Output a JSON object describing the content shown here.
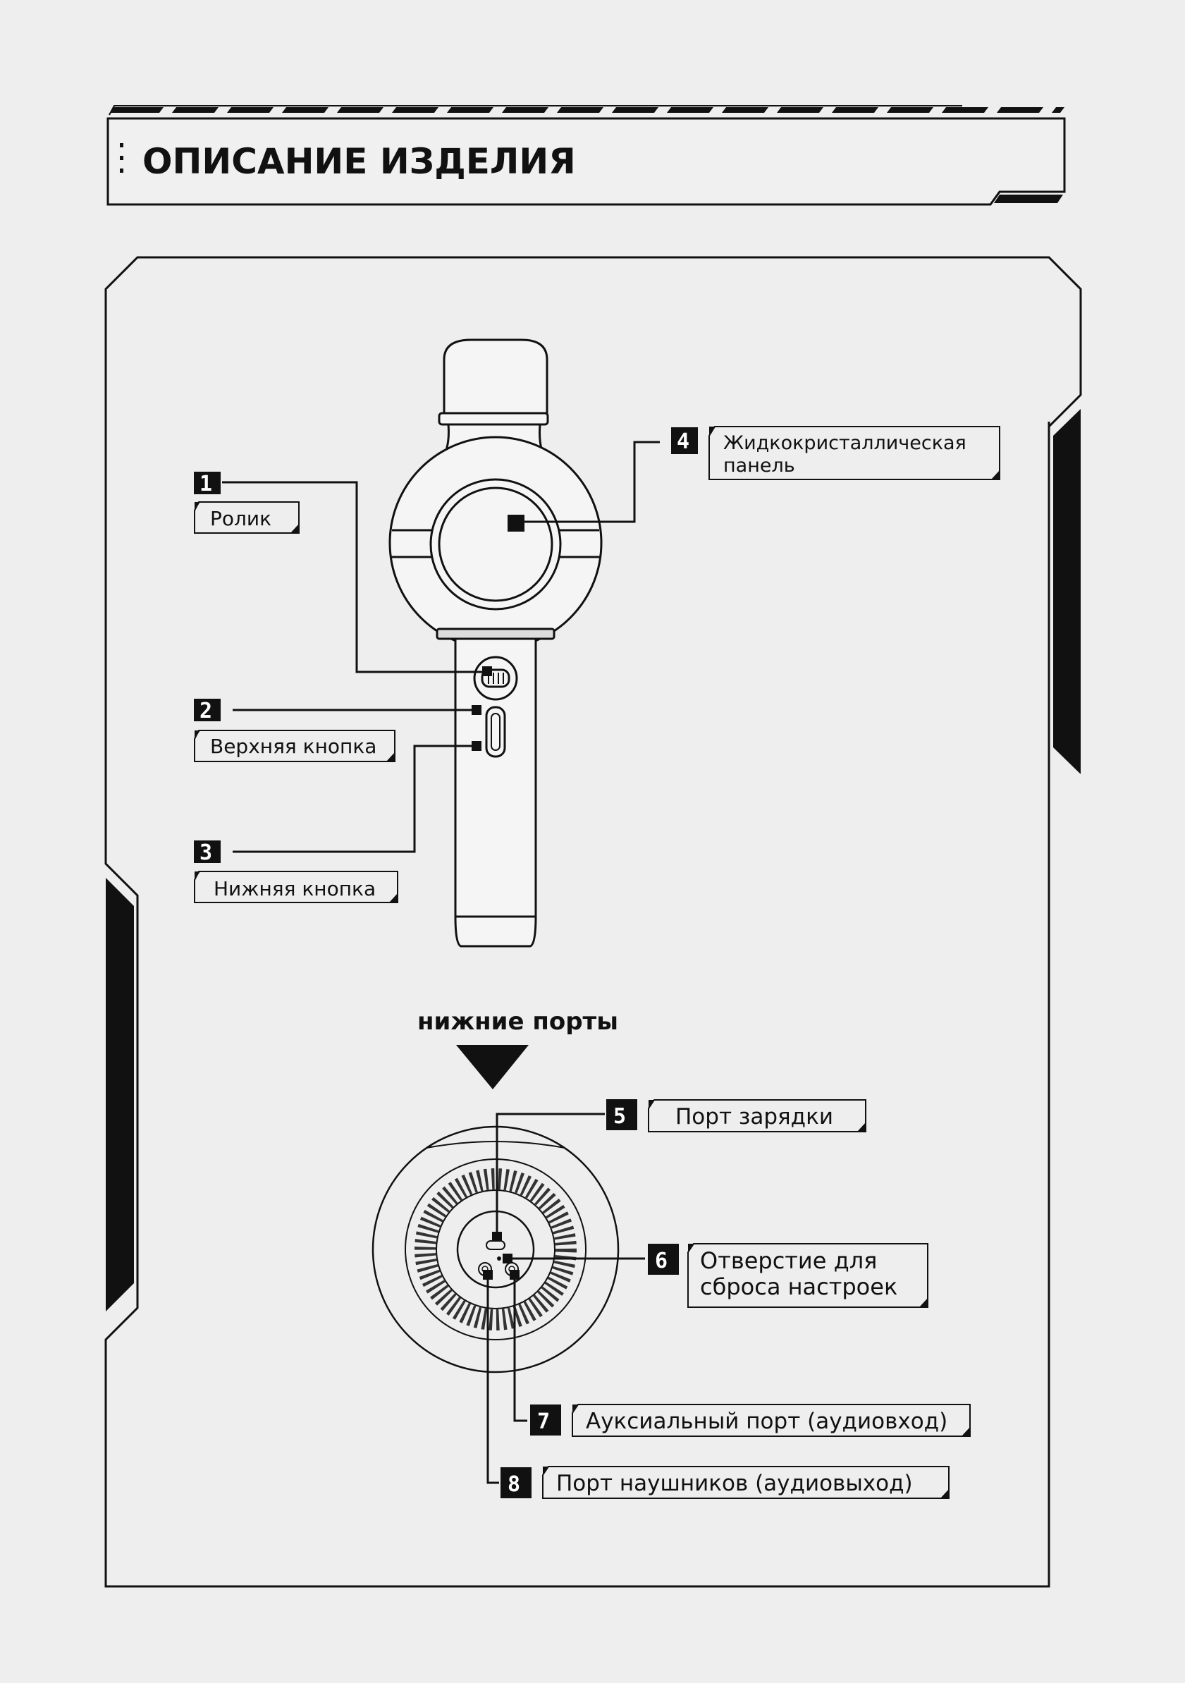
{
  "title": "ОПИСАНИЕ ИЗДЕЛИЯ",
  "bottom_ports_heading": "нижние порты",
  "callouts": [
    {
      "number": "1",
      "label": "Ролик"
    },
    {
      "number": "2",
      "label": "Верхняя кнопка"
    },
    {
      "number": "3",
      "label": "Нижняя кнопка"
    },
    {
      "number": "4",
      "label_line1": "Жидкокристаллическая",
      "label_line2": "панель"
    },
    {
      "number": "5",
      "label": "Порт зарядки"
    },
    {
      "number": "6",
      "label_line1": "Отверстие для",
      "label_line2": "сброса настроек"
    },
    {
      "number": "7",
      "label": "Ауксиальный порт (аудиовход)"
    },
    {
      "number": "8",
      "label": "Порт наушников (аудиовыход)"
    }
  ]
}
